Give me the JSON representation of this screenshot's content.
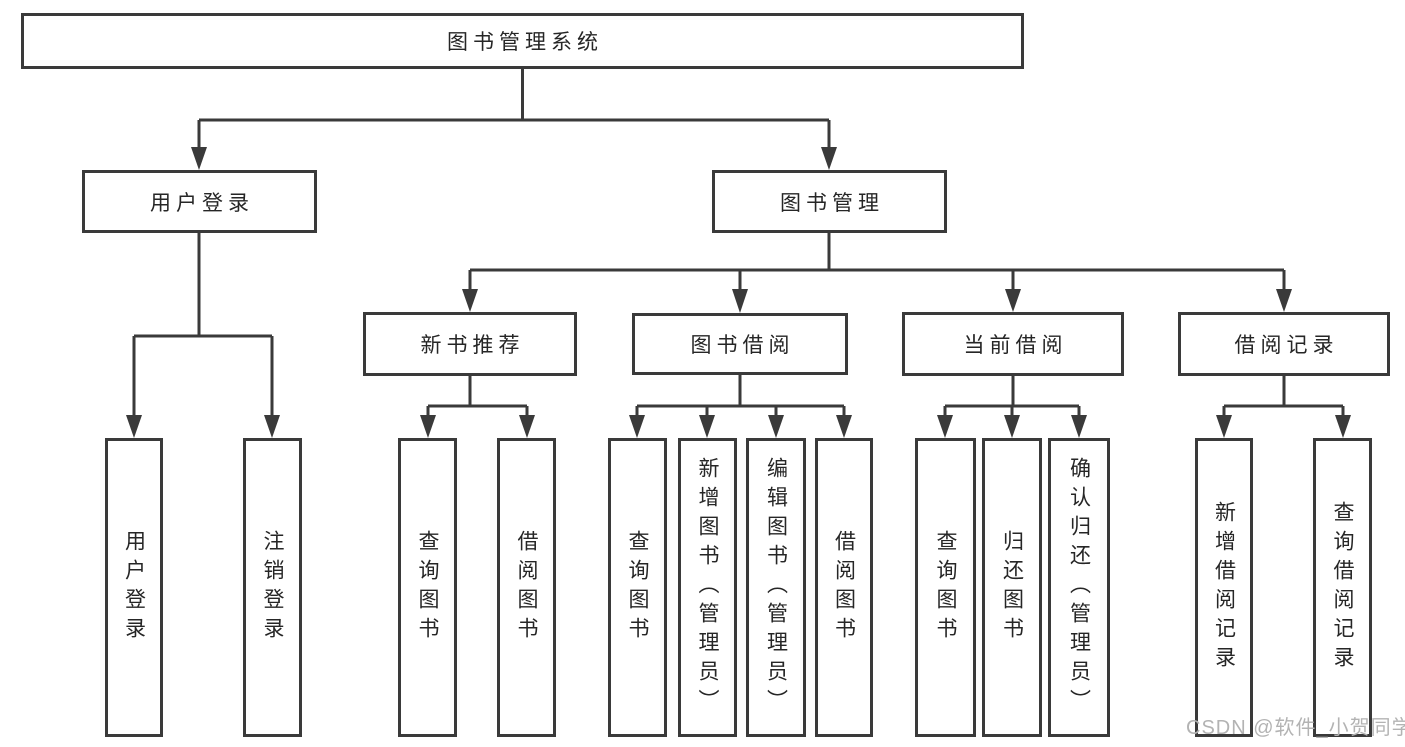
{
  "diagram_title": "图书管理系统",
  "tree": {
    "label": "图书管理系统",
    "children": [
      {
        "label": "用户登录",
        "children": [
          {
            "label": "用户登录"
          },
          {
            "label": "注销登录"
          }
        ]
      },
      {
        "label": "图书管理",
        "children": [
          {
            "label": "新书推荐",
            "children": [
              {
                "label": "查询图书"
              },
              {
                "label": "借阅图书"
              }
            ]
          },
          {
            "label": "图书借阅",
            "children": [
              {
                "label": "查询图书"
              },
              {
                "label": "新增图书（管理员）"
              },
              {
                "label": "编辑图书（管理员）"
              },
              {
                "label": "借阅图书"
              }
            ]
          },
          {
            "label": "当前借阅",
            "children": [
              {
                "label": "查询图书"
              },
              {
                "label": "归还图书"
              },
              {
                "label": "确认归还（管理员）"
              }
            ]
          },
          {
            "label": "借阅记录",
            "children": [
              {
                "label": "新增借阅记录"
              },
              {
                "label": "查询借阅记录"
              }
            ]
          }
        ]
      }
    ]
  },
  "watermark": "CSDN @软件_小贺同学",
  "colors": {
    "line": "#3a3a3a",
    "text": "#262626",
    "watermark": "#b3b3b3",
    "background": "#ffffff"
  }
}
